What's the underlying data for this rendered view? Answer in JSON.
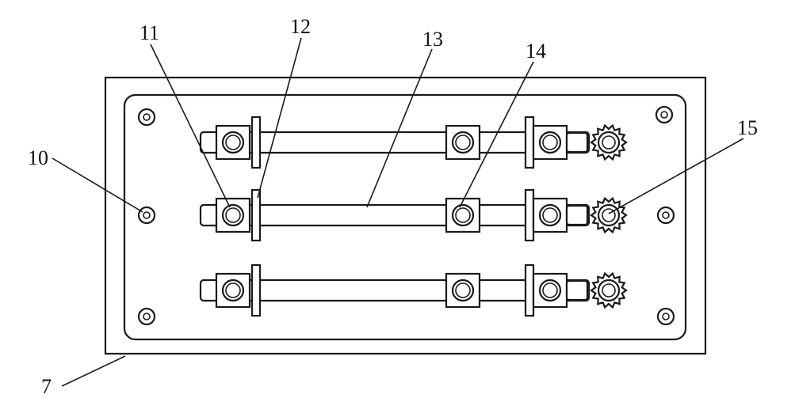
{
  "figure": {
    "labels": {
      "base_plate": "7",
      "mount_hole": "10",
      "bolt": "11",
      "clamp_plate": "12",
      "rod": "13",
      "fastener": "14",
      "gear_nut": "15"
    }
  }
}
